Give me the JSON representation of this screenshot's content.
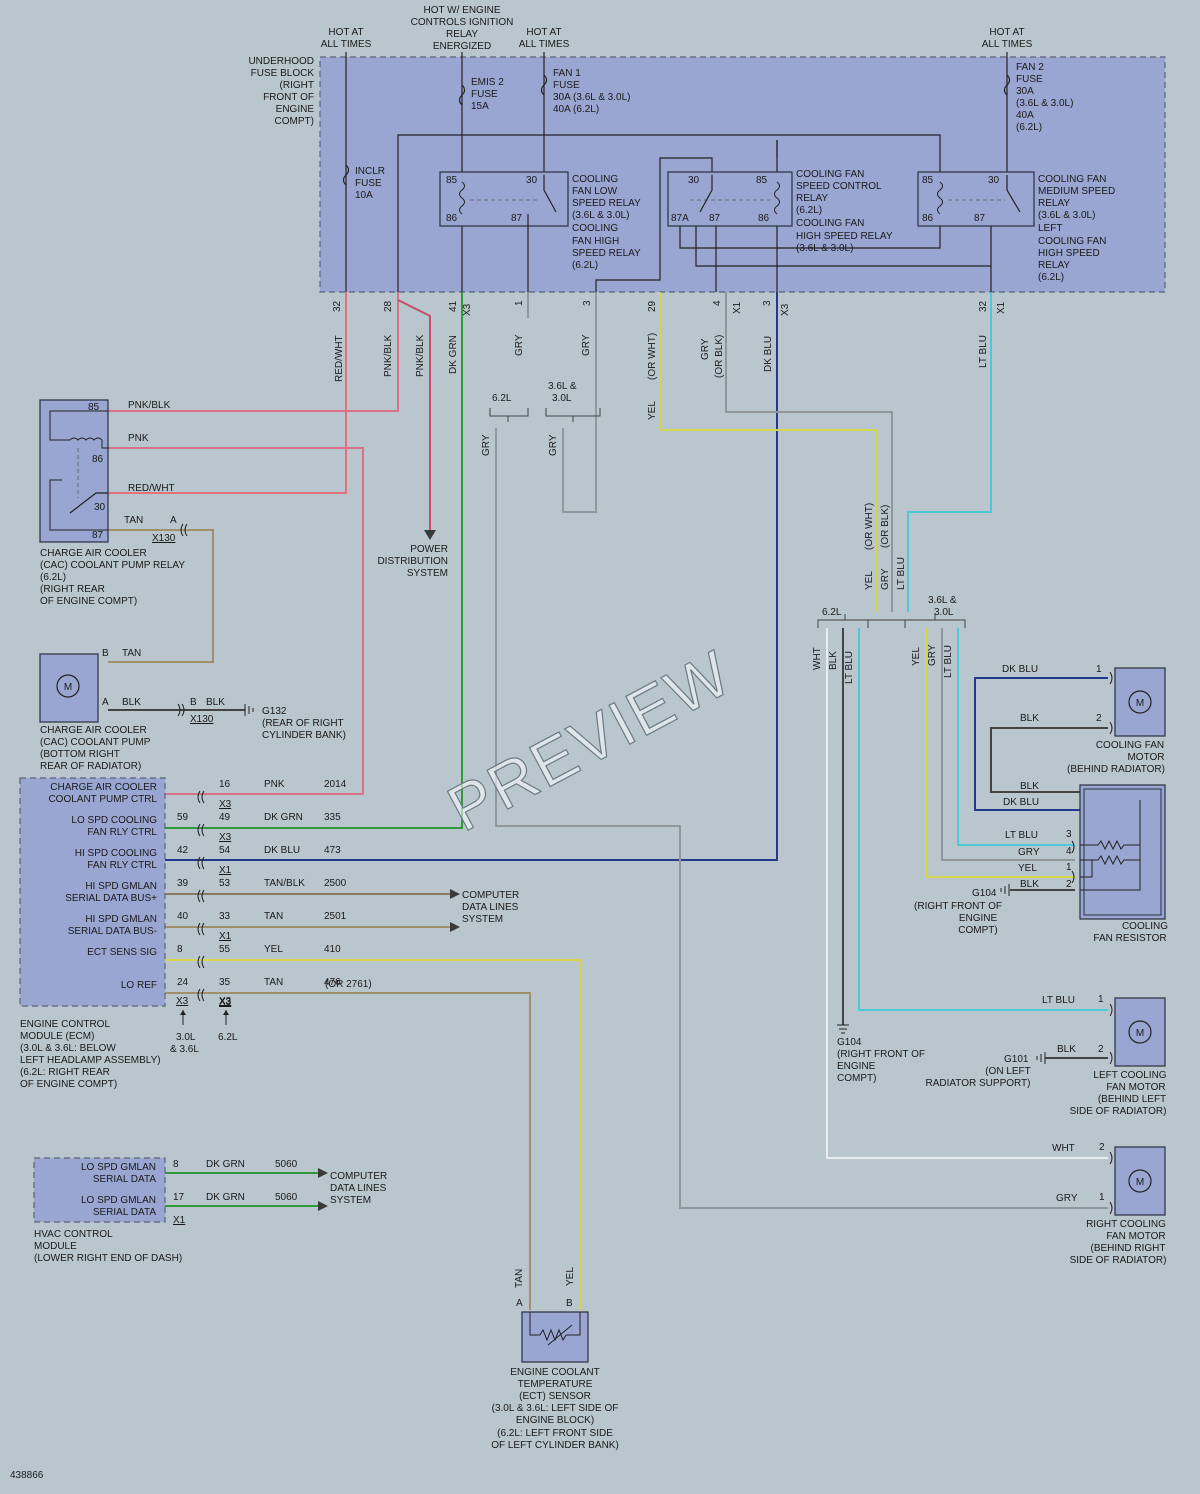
{
  "watermark": "PREVIEW",
  "doc_number": "438866",
  "colors": {
    "background": "#b9c6cd",
    "component_box": "#9aa6d2",
    "red_wht": "#e4707a",
    "pnk": "#d8708a",
    "dk_grn": "#2e9a3c",
    "dk_blu": "#233a8c",
    "lt_blu": "#4cc8d8",
    "yel": "#d6d64a",
    "gry": "#8f979b",
    "tan": "#a08f6a",
    "blk": "#444444",
    "wht": "#e8ecee"
  },
  "power": {
    "hot1": [
      "HOT AT",
      "ALL TIMES"
    ],
    "hot2": [
      "HOT W/ ENGINE",
      "CONTROLS IGNITION",
      "RELAY",
      "ENERGIZED"
    ],
    "hot3": [
      "HOT AT",
      "ALL TIMES"
    ],
    "hot4": [
      "HOT AT",
      "ALL TIMES"
    ]
  },
  "fuse_block": {
    "label": [
      "UNDERHOOD",
      "FUSE BLOCK",
      "(RIGHT",
      "FRONT OF",
      "ENGINE",
      "COMPT)"
    ],
    "incl_fuse": [
      "INCLR",
      "FUSE",
      "10A"
    ],
    "emis_fuse": [
      "EMIS 2",
      "FUSE",
      "15A"
    ],
    "fan1_fuse": [
      "FAN 1",
      "FUSE",
      "30A  (3.6L & 3.0L)",
      "40A  (6.2L)"
    ],
    "fan2_fuse": [
      "FAN 2",
      "FUSE",
      "30A",
      "(3.6L & 3.0L)",
      "40A",
      "(6.2L)"
    ],
    "relay1": [
      "COOLING",
      "FAN LOW",
      "SPEED RELAY",
      "(3.6L & 3.0L)",
      "COOLING",
      "FAN HIGH",
      "SPEED RELAY",
      "(6.2L)"
    ],
    "relay2": [
      "COOLING FAN",
      "SPEED CONTROL",
      "RELAY",
      "(6.2L)",
      "COOLING FAN",
      "HIGH SPEED RELAY",
      "(3.6L & 3.0L)"
    ],
    "relay3": [
      "COOLING FAN",
      "MEDIUM SPEED",
      "RELAY",
      "(3.6L & 3.0L)",
      "LEFT",
      "COOLING FAN",
      "HIGH SPEED",
      "RELAY",
      "(6.2L)"
    ],
    "pins": [
      "32",
      "28",
      "41",
      "1",
      "3",
      "29",
      "4",
      "3",
      "32"
    ],
    "conns": [
      "X3",
      "X1",
      "X3",
      "X1"
    ],
    "relay_pins": [
      "85",
      "30",
      "86",
      "87",
      "30",
      "85",
      "87A",
      "87",
      "86",
      "85",
      "30",
      "86",
      "87"
    ]
  },
  "wires_top": {
    "w1": "RED/WHT",
    "w2": "PNK/BLK",
    "w3": "PNK/BLK",
    "w4": "DK GRN",
    "w5": "GRY",
    "w6": "GRY",
    "w7": "(OR WHT)",
    "w8": "GRY",
    "w8b": "(OR BLK)",
    "w9": "DK BLU",
    "w10": "LT BLU",
    "split_62": "6.2L",
    "split_36": [
      "3.6L &",
      "3.0L"
    ],
    "gry_a": "GRY",
    "gry_b": "GRY",
    "yel": "YEL",
    "power_dist": [
      "POWER",
      "DISTRIBUTION",
      "SYSTEM"
    ]
  },
  "cac_relay": {
    "label": [
      "CHARGE AIR COOLER",
      "(CAC) COOLANT PUMP RELAY",
      "(6.2L)",
      "(RIGHT REAR",
      "OF ENGINE COMPT)"
    ],
    "pins": [
      "85",
      "86",
      "30",
      "87"
    ],
    "wires": [
      "PNK/BLK",
      "PNK",
      "RED/WHT",
      "TAN"
    ],
    "conn": "X130",
    "pin_a": "A"
  },
  "cac_pump": {
    "label": [
      "CHARGE AIR COOLER",
      "(CAC) COOLANT PUMP",
      "(BOTTOM RIGHT",
      "REAR OF RADIATOR)"
    ],
    "pin_b": "B",
    "wire_b": "TAN",
    "pin_a": "A",
    "wire_a": "BLK",
    "pin_b2": "B",
    "wire_b2": "BLK",
    "conn": "X130",
    "ground": "G132",
    "ground_label": [
      "(REAR OF RIGHT",
      "CYLINDER BANK)"
    ]
  },
  "ecm": {
    "rows": [
      {
        "name": [
          "CHARGE AIR COOLER",
          "COOLANT PUMP CTRL"
        ],
        "p1": "",
        "p2": "16",
        "conn": "X3",
        "wire": "PNK",
        "circuit": "2014"
      },
      {
        "name": [
          "LO SPD COOLING",
          "FAN RLY CTRL"
        ],
        "p1": "59",
        "p2": "49",
        "conn": "X3",
        "wire": "DK GRN",
        "circuit": "335"
      },
      {
        "name": [
          "HI SPD COOLING",
          "FAN RLY CTRL"
        ],
        "p1": "42",
        "p2": "54",
        "conn": "X1",
        "wire": "DK BLU",
        "circuit": "473"
      },
      {
        "name": [
          "HI SPD GMLAN",
          "SERIAL DATA BUS+"
        ],
        "p1": "39",
        "p2": "53",
        "conn": "",
        "wire": "TAN/BLK",
        "circuit": "2500"
      },
      {
        "name": [
          "HI SPD GMLAN",
          "SERIAL DATA BUS-"
        ],
        "p1": "40",
        "p2": "33",
        "conn": "X1",
        "wire": "TAN",
        "circuit": "2501"
      },
      {
        "name": [
          "ECT SENS SIG",
          ""
        ],
        "p1": "8",
        "p2": "55",
        "conn": "",
        "wire": "YEL",
        "circuit": "410"
      },
      {
        "name": [
          "LO REF",
          ""
        ],
        "p1": "24",
        "p2": "35",
        "conn": "X3",
        "wire": "TAN",
        "circuit": "476"
      }
    ],
    "alt_circuit": "(OR 2761)",
    "conn_left": "X3",
    "conn_right": "X3",
    "eng_left": [
      "3.0L",
      "& 3.6L"
    ],
    "eng_right": "6.2L",
    "label": [
      "ENGINE CONTROL",
      "MODULE (ECM)",
      "(3.0L & 3.6L: BELOW",
      "LEFT HEADLAMP ASSEMBLY)",
      "(6.2L: RIGHT REAR",
      "OF ENGINE COMPT)"
    ],
    "cdls": [
      "COMPUTER",
      "DATA LINES",
      "SYSTEM"
    ]
  },
  "hvac": {
    "rows": [
      {
        "name": [
          "LO SPD GMLAN",
          "SERIAL DATA"
        ],
        "pin": "8",
        "conn": "",
        "wire": "DK GRN",
        "circuit": "5060"
      },
      {
        "name": [
          "LO SPD GMLAN",
          "SERIAL DATA"
        ],
        "pin": "17",
        "conn": "X1",
        "wire": "DK GRN",
        "circuit": "5060"
      }
    ],
    "label": [
      "HVAC CONTROL",
      "MODULE",
      "(LOWER RIGHT END OF DASH)"
    ],
    "cdls": [
      "COMPUTER",
      "DATA LINES",
      "SYSTEM"
    ]
  },
  "ect": {
    "label": [
      "ENGINE COOLANT",
      "TEMPERATURE",
      "(ECT) SENSOR",
      "(3.0L & 3.6L: LEFT SIDE OF",
      "ENGINE BLOCK)",
      "(6.2L: LEFT FRONT SIDE",
      "OF LEFT CYLINDER BANK)"
    ],
    "pin_a": "A",
    "pin_b": "B",
    "wire_a": "TAN",
    "wire_b": "YEL"
  },
  "right_side": {
    "split_62": "6.2L",
    "split_36": [
      "3.6L &",
      "3.0L"
    ],
    "top_labels": [
      "YEL",
      "GRY",
      "LT BLU"
    ],
    "top_alt": [
      "(OR WHT)",
      "(OR BLK)"
    ],
    "drops": [
      "WHT",
      "BLK",
      "LT BLU",
      "YEL",
      "GRY",
      "LT BLU"
    ]
  },
  "fan_motor": {
    "label": [
      "COOLING FAN",
      "MOTOR",
      "(BEHIND RADIATOR)"
    ],
    "w1": "DK BLU",
    "p1": "1",
    "w2": "BLK",
    "p2": "2"
  },
  "resistor": {
    "label": [
      "COOLING",
      "FAN RESISTOR"
    ],
    "wires": [
      "BLK",
      "DK BLU",
      "LT BLU",
      "GRY",
      "YEL",
      "BLK"
    ],
    "pins": [
      "3",
      "4",
      "1",
      "2"
    ],
    "ground": "G104",
    "ground_label": [
      "(RIGHT FRONT OF",
      "ENGINE",
      "COMPT)"
    ]
  },
  "left_motor": {
    "label": [
      "LEFT COOLING",
      "FAN MOTOR",
      "(BEHIND LEFT",
      "SIDE OF RADIATOR)"
    ],
    "w1": "LT BLU",
    "p1": "1",
    "w2": "BLK",
    "p2": "2",
    "ground": "G101",
    "ground_label": [
      "(ON LEFT",
      "RADIATOR SUPPORT)"
    ],
    "g104": "G104",
    "g104_label": [
      "(RIGHT FRONT OF",
      "ENGINE",
      "COMPT)"
    ]
  },
  "right_motor": {
    "label": [
      "RIGHT COOLING",
      "FAN MOTOR",
      "(BEHIND RIGHT",
      "SIDE OF RADIATOR)"
    ],
    "w1": "WHT",
    "p1": "2",
    "w2": "GRY",
    "p2": "1"
  }
}
